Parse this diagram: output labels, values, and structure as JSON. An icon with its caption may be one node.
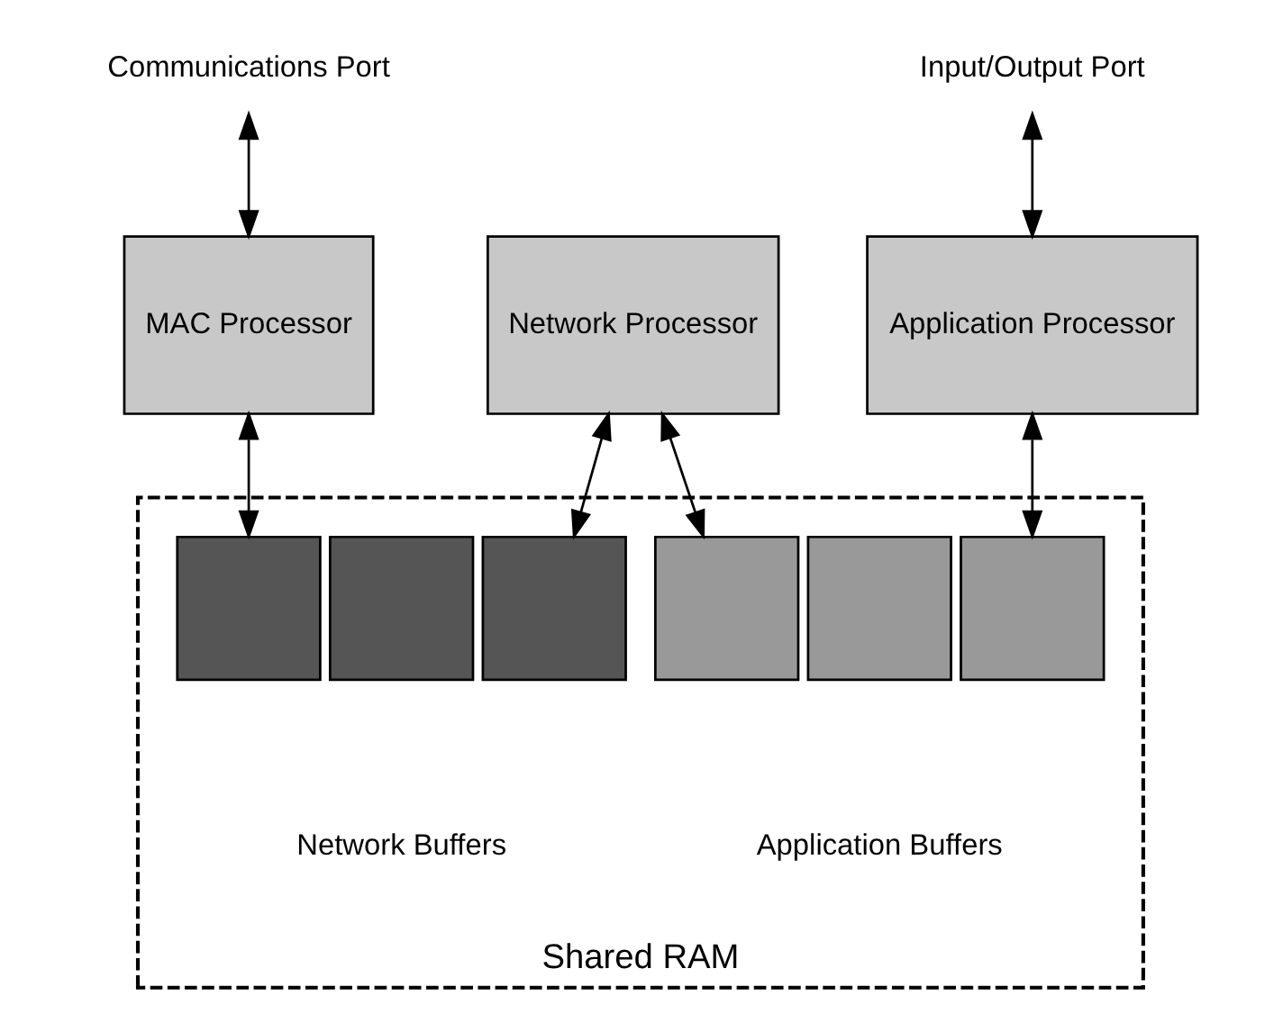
{
  "diagram": {
    "nodes": [
      {
        "text": [
          "Communications Port"
        ]
      },
      {
        "text": [
          "Input/Output Port"
        ]
      },
      {
        "text": [
          "MAC Processor"
        ]
      },
      {
        "text": [
          "Network Processor"
        ]
      },
      {
        "text": [
          "Application Processor"
        ]
      },
      {
        "text": [
          "Shared RAM"
        ]
      },
      {
        "text": [],
        "shape": "box",
        "in": 5
      },
      {
        "text": [],
        "shape": "box",
        "in": 5
      },
      {
        "text": [],
        "shape": "box",
        "in": 5
      },
      {
        "text": [],
        "shape": "box",
        "in": 5
      },
      {
        "text": [],
        "shape": "box",
        "in": 5
      },
      {
        "text": [],
        "shape": "box",
        "in": 5
      }
    ],
    "edges": [
      {
        "from": 0,
        "to": 2,
        "arrow": "both"
      },
      {
        "from": 2,
        "to": 6,
        "arrow": "both"
      },
      {
        "from": 3,
        "to": 8,
        "arrow": "both"
      },
      {
        "from": 3,
        "to": 9,
        "arrow": "both"
      },
      {
        "from": 1,
        "to": 4,
        "arrow": "both"
      },
      {
        "from": 4,
        "to": 11,
        "arrow": "both"
      }
    ],
    "labels": [
      "Network Buffers",
      "Application Buffers"
    ]
  }
}
